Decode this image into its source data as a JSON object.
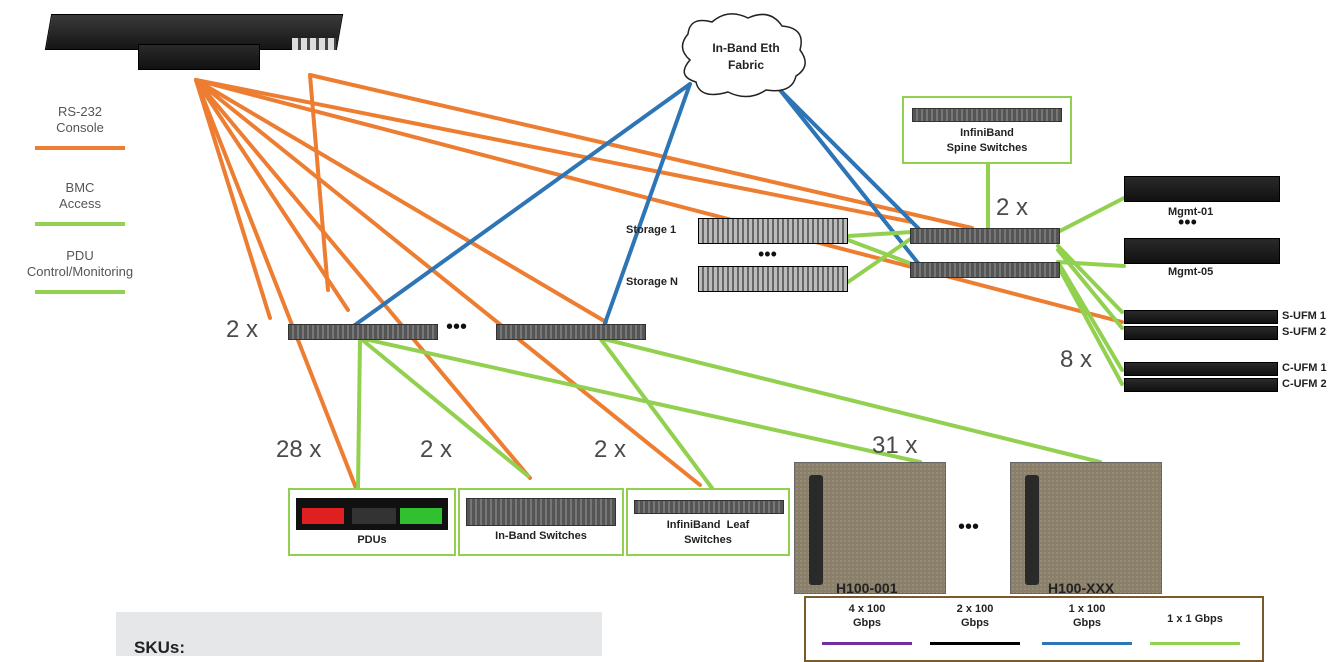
{
  "legend": [
    {
      "label": "RS-232\nConsole",
      "color": "#ed7d31"
    },
    {
      "label": "BMC\nAccess",
      "color": "#92d050"
    },
    {
      "label": "PDU\nControl/Monitoring",
      "color": "#92d050"
    }
  ],
  "colors": {
    "rs232": "#ed7d31",
    "green": "#92d050",
    "blue": "#2e75b6",
    "purple": "#7030a0",
    "black": "#000000"
  },
  "cloud": {
    "label_line1": "In-Band Eth",
    "label_line2": "Fabric"
  },
  "spine": {
    "label_line1": "InfiniBand",
    "label_line2": "Spine Switches",
    "multiplier": "2 x"
  },
  "storage": {
    "first": "Storage 1",
    "last": "Storage N"
  },
  "mgmt": {
    "first": "Mgmt-01",
    "last": "Mgmt-05"
  },
  "ufm": {
    "multiplier": "8 x",
    "items": [
      "S-UFM 1",
      "S-UFM 2",
      "C-UFM 1",
      "C-UFM 2"
    ]
  },
  "mgmt_switch_multiplier": "2 x",
  "ellipsis": "•••",
  "bottom_multipliers": [
    "28 x",
    "2 x",
    "2 x",
    "31 x"
  ],
  "pdus": {
    "label": "PDUs"
  },
  "inband": {
    "label": "In-Band Switches"
  },
  "ib_leaf": {
    "label_line1": "InfiniBand  Leaf",
    "label_line2": "Switches"
  },
  "nodes": {
    "first": "H100-001",
    "last": "H100-XXX"
  },
  "speeds": [
    {
      "line1": "4 x 100",
      "line2": "Gbps",
      "color": "#7030a0"
    },
    {
      "line1": "2 x 100",
      "line2": "Gbps",
      "color": "#000000"
    },
    {
      "line1": "1 x 100",
      "line2": "Gbps",
      "color": "#2e75b6"
    },
    {
      "line1": "1 x 1 Gbps",
      "line2": "",
      "color": "#92d050"
    }
  ],
  "skus_title": "SKUs:"
}
